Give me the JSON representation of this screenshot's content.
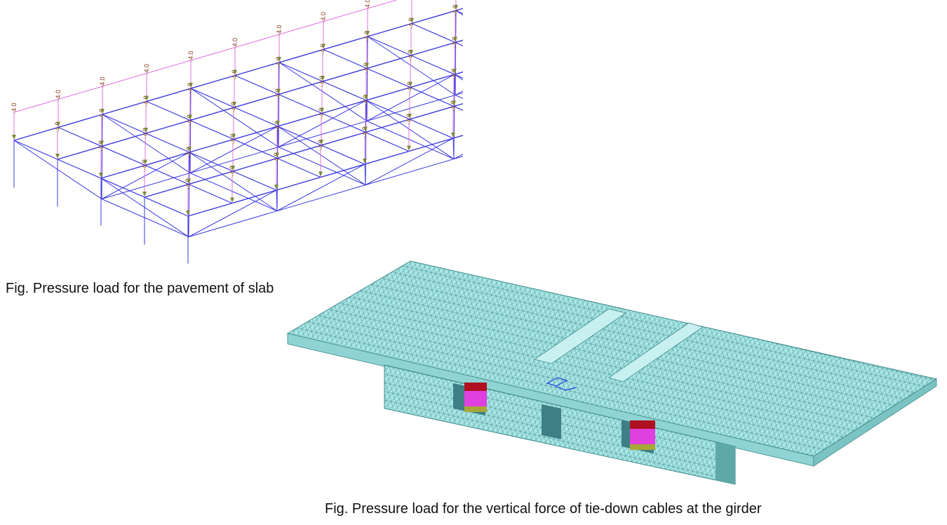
{
  "figures": [
    {
      "caption": "Fig. Pressure load for the pavement of slab",
      "load_label": "-4.0",
      "colors": {
        "members": "#3a3ae0",
        "load_lines": "#e070e0",
        "arrows": "#7a8a3a",
        "labels": "#8b3a1a"
      }
    },
    {
      "caption": "Fig. Pressure load for the vertical force of tie-down cables at the girder",
      "colors": {
        "mesh_fill": "#a9e6e6",
        "mesh_lines": "#3d8a8a",
        "load_top": "#b01020",
        "load_body": "#e040e0"
      }
    }
  ]
}
